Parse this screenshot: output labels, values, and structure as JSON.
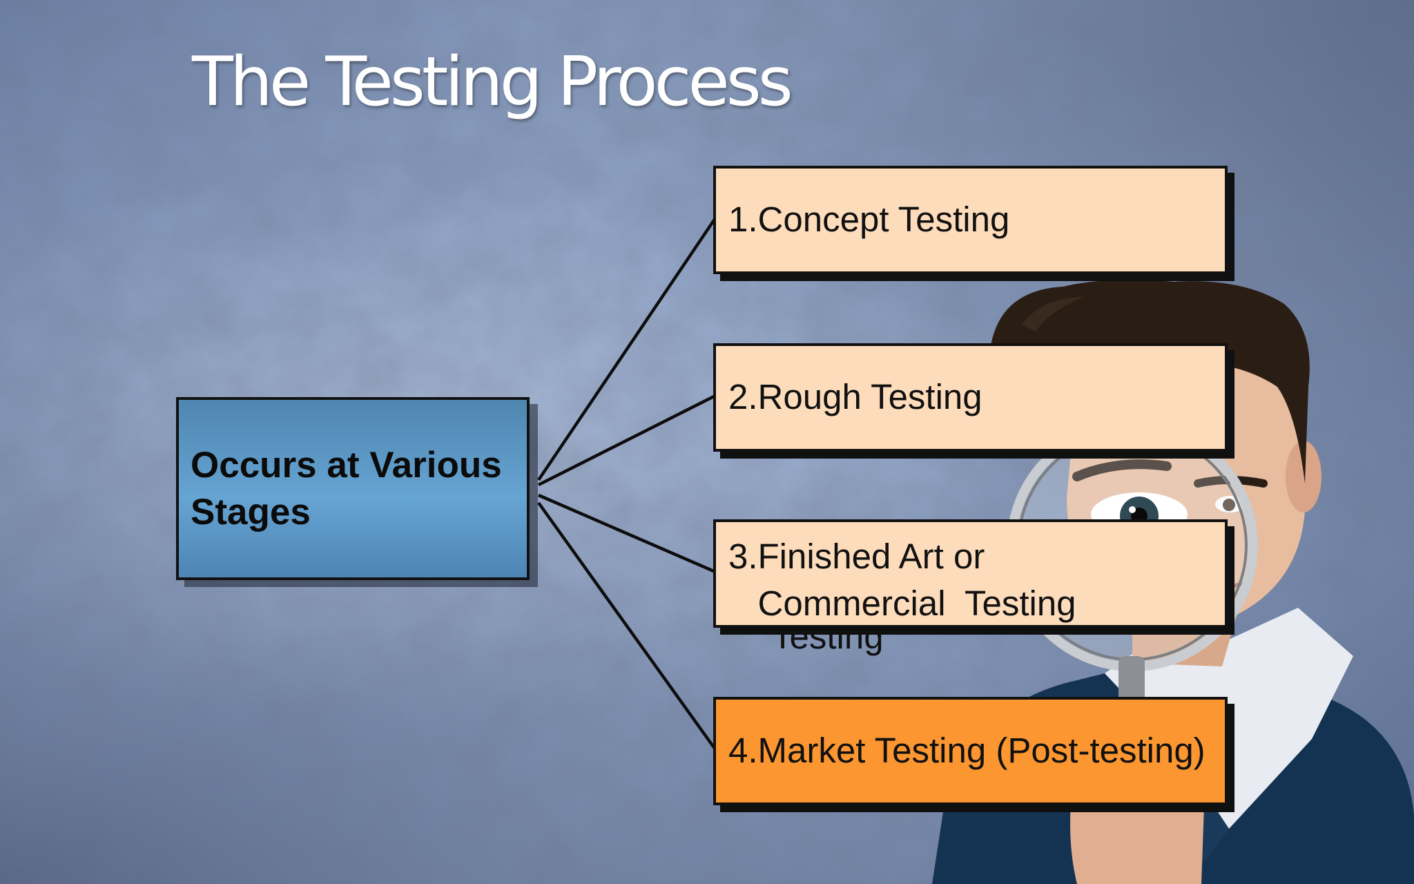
{
  "slide": {
    "title": "The Testing Process"
  },
  "diagram": {
    "hub_label": "Occurs at Various Stages",
    "stages": [
      {
        "label": "1.Concept Testing",
        "fill": "#fddcbb"
      },
      {
        "label": "2.Rough Testing",
        "fill": "#fddcbb"
      },
      {
        "label": "3.Finished Art or\n   Commercial  Testing",
        "fill": "#fddcbb"
      },
      {
        "label": "4.Market Testing (Post-testing)",
        "fill": "#fb9630"
      }
    ],
    "overflow_fragment": "Testing"
  },
  "colors": {
    "hub": "#5a96c4",
    "stage": "#fddcbb",
    "stage_highlight": "#fb9630",
    "title": "#ffffff"
  },
  "image": {
    "description_icon": "man-with-magnifying-glass"
  }
}
